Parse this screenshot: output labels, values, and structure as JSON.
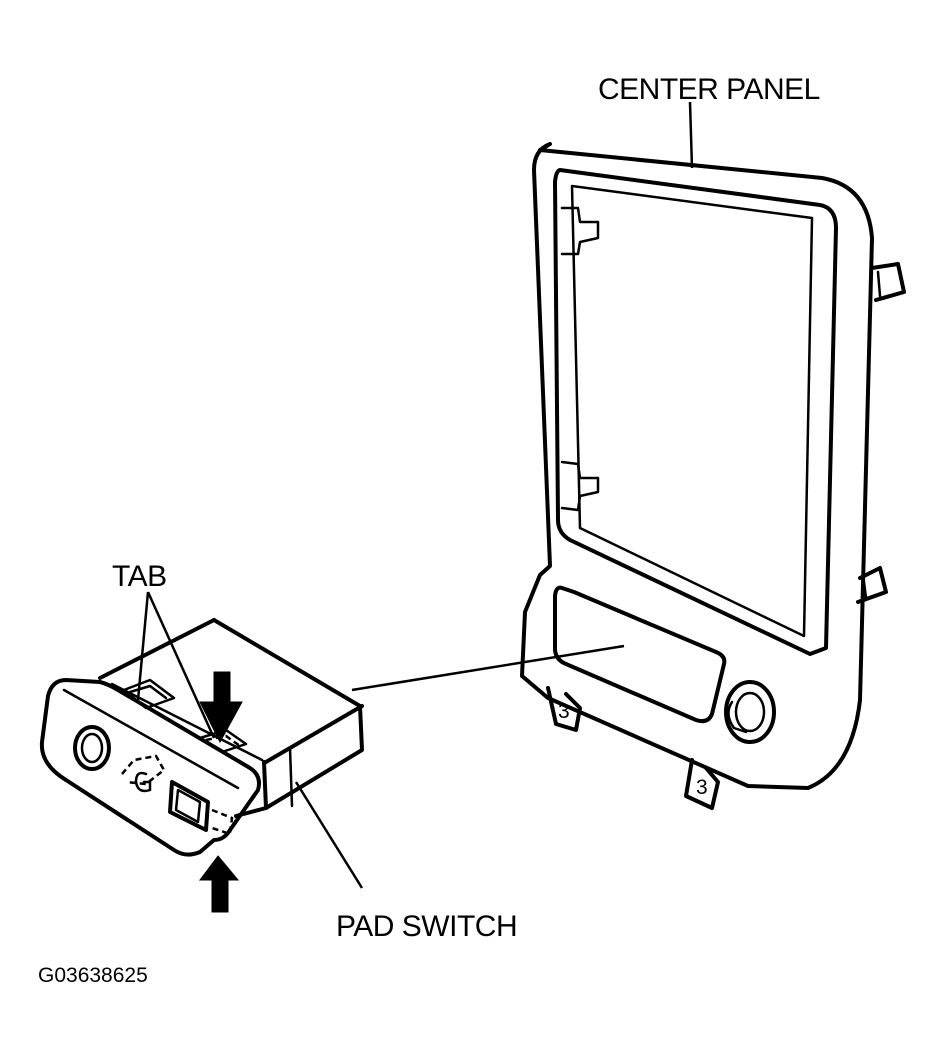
{
  "labels": {
    "center_panel": "CENTER PANEL",
    "tab": "TAB",
    "pad_switch": "PAD SWITCH"
  },
  "figure_code": "G03638625",
  "clip_mark": "3"
}
